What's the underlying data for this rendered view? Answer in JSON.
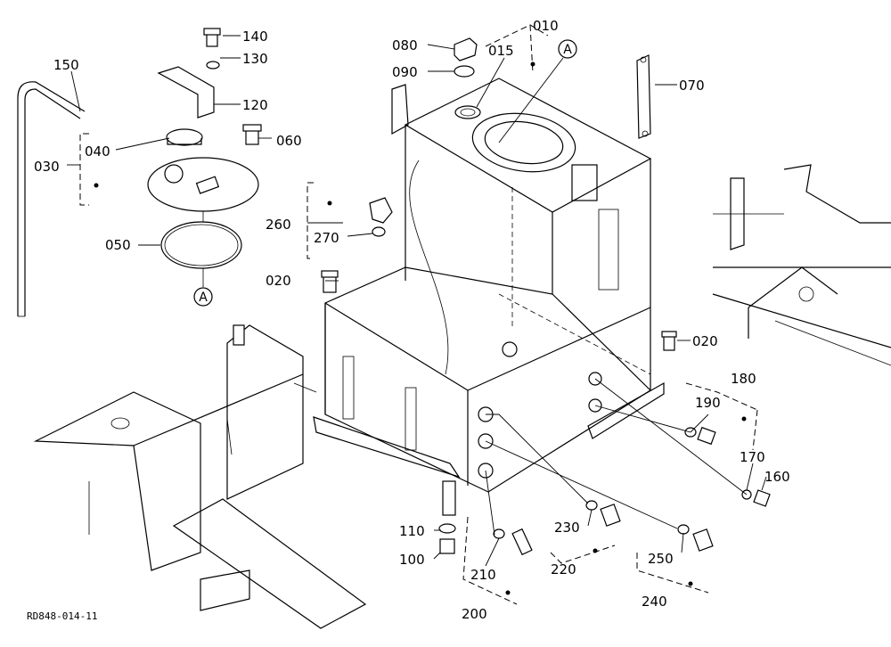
{
  "diagram": {
    "drawing_code": "RD848-014-11",
    "view_marker": "A",
    "part_labels": {
      "p010": "010",
      "p015": "015",
      "p020a": "020",
      "p020b": "020",
      "p030": "030",
      "p040": "040",
      "p050": "050",
      "p060": "060",
      "p070": "070",
      "p080": "080",
      "p090": "090",
      "p100": "100",
      "p110": "110",
      "p120": "120",
      "p130": "130",
      "p140": "140",
      "p150": "150",
      "p160": "160",
      "p170": "170",
      "p180": "180",
      "p190": "190",
      "p200": "200",
      "p210": "210",
      "p220": "220",
      "p230": "230",
      "p240": "240",
      "p250": "250",
      "p260": "260",
      "p270": "270"
    }
  }
}
